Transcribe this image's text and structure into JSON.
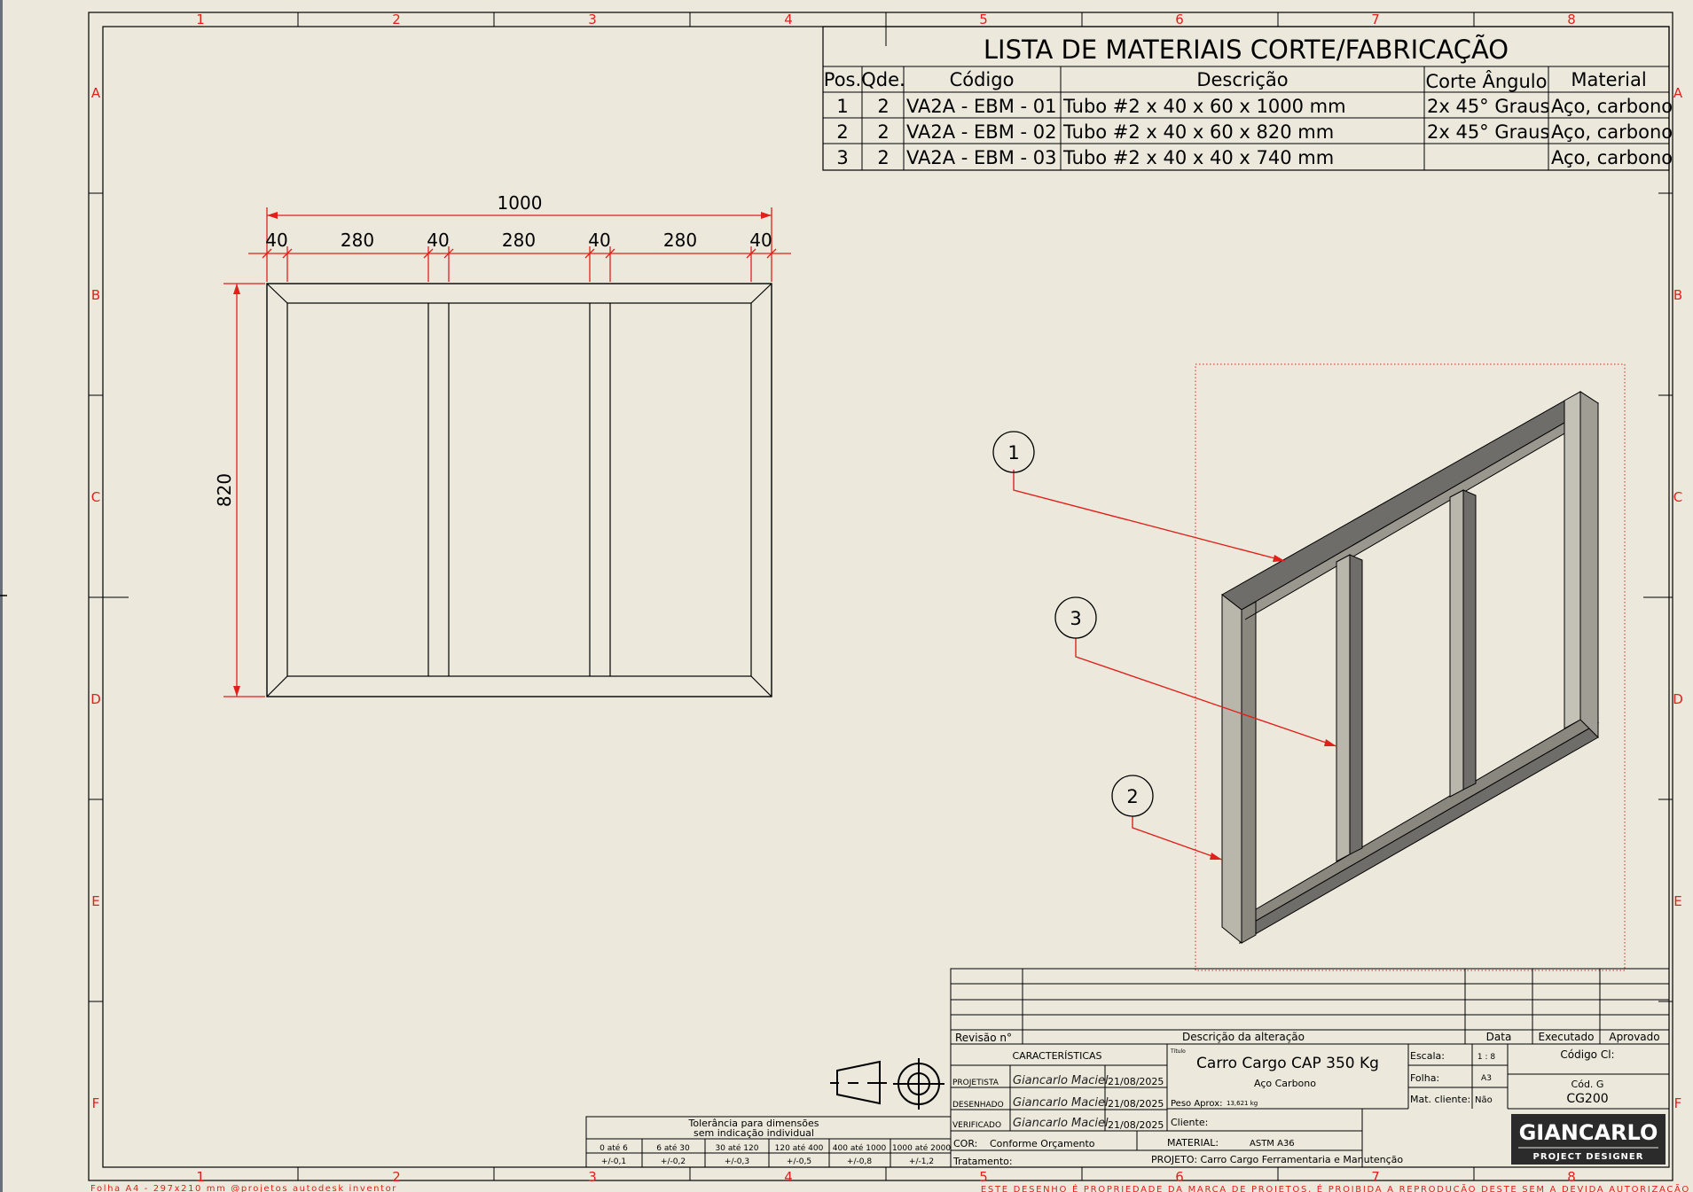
{
  "sheet": {
    "col_labels": [
      "1",
      "2",
      "3",
      "4",
      "5",
      "6",
      "7",
      "8"
    ],
    "row_labels": [
      "A",
      "B",
      "C",
      "D",
      "E",
      "F"
    ],
    "footer_left": "Folha A4 - 297x210 mm  @projetos autodesk inventor",
    "footer_right": "ESTE DESENHO É PROPRIEDADE DA MARCA DE PROJETOS, É PROIBIDA A REPRODUÇÃO DESTE SEM A DEVIDA AUTORIZAÇÃO"
  },
  "bom": {
    "title": "LISTA DE MATERIAIS CORTE/FABRICAÇÃO",
    "headers": [
      "Pos.",
      "Qde.",
      "Código",
      "Descrição",
      "Corte Ângulo",
      "Material"
    ],
    "rows": [
      [
        "1",
        "2",
        "VA2A - EBM - 01",
        "Tubo #2 x 40 x 60 x 1000 mm",
        "2x 45° Graus",
        "Aço, carbono"
      ],
      [
        "2",
        "2",
        "VA2A - EBM - 02",
        "Tubo #2 x 40 x 60 x 820 mm",
        "2x 45° Graus",
        "Aço, carbono"
      ],
      [
        "3",
        "2",
        "VA2A - EBM - 03",
        "Tubo #2 x 40 x 40 x 740 mm",
        "",
        "Aço, carbono"
      ]
    ]
  },
  "front_view": {
    "overall_width": "1000",
    "height": "820",
    "segments": [
      "40",
      "280",
      "40",
      "280",
      "40",
      "280",
      "40"
    ]
  },
  "balloons": [
    "1",
    "3",
    "2"
  ],
  "revision_table": {
    "headers": [
      "Revisão n°",
      "Descrição da alteração",
      "Data",
      "Executado",
      "Aprovado"
    ]
  },
  "title_block": {
    "caracteristicas": "CARACTERÍSTICAS",
    "roles": [
      {
        "role": "PROJETISTA",
        "signature": "Giancarlo Maciel",
        "date": "21/08/2025"
      },
      {
        "role": "DESENHADO",
        "signature": "Giancarlo Maciel",
        "date": "21/08/2025"
      },
      {
        "role": "VERIFICADO",
        "signature": "Giancarlo Maciel",
        "date": "21/08/2025"
      }
    ],
    "title_tag": "Título",
    "title": "Carro Cargo CAP 350 Kg",
    "subtitle": "Aço Carbono",
    "peso_label": "Peso Aprox:",
    "peso_value": "13,621 kg",
    "cliente_label": "Cliente:",
    "escala_label": "Escala:",
    "escala_value": "1 : 8",
    "folha_label": "Folha:",
    "folha_value": "A3",
    "mat_cliente_label": "Mat. cliente:",
    "mat_cliente_value": "Não",
    "codigo_cl_label": "Código Cl:",
    "cod_g_label": "Cód. G",
    "cod_g_value": "CG200",
    "cor_label": "COR:",
    "cor_value": "Conforme Orçamento",
    "material_label": "MATERIAL:",
    "material_value": "ASTM A36",
    "tratamento_label": "Tratamento:",
    "projeto": "PROJETO: Carro Cargo Ferramentaria e Manutenção"
  },
  "tolerance": {
    "title1": "Tolerância para dimensões",
    "title2": "sem indicação individual",
    "ranges": [
      "0 até 6",
      "6 até 30",
      "30 até 120",
      "120 até 400",
      "400 até 1000",
      "1000 até 2000"
    ],
    "values": [
      "+/-0,1",
      "+/-0,2",
      "+/-0,3",
      "+/-0,5",
      "+/-0,8",
      "+/-1,2"
    ]
  },
  "logo": {
    "name": "GIANCARLO",
    "tagline": "PROJECT DESIGNER"
  },
  "colors": {
    "paper": "#ece9dc",
    "frame": "#e0201a",
    "ink": "#000000",
    "tube_top": "#6e6d69",
    "tube_side": "#b9b6ac"
  }
}
